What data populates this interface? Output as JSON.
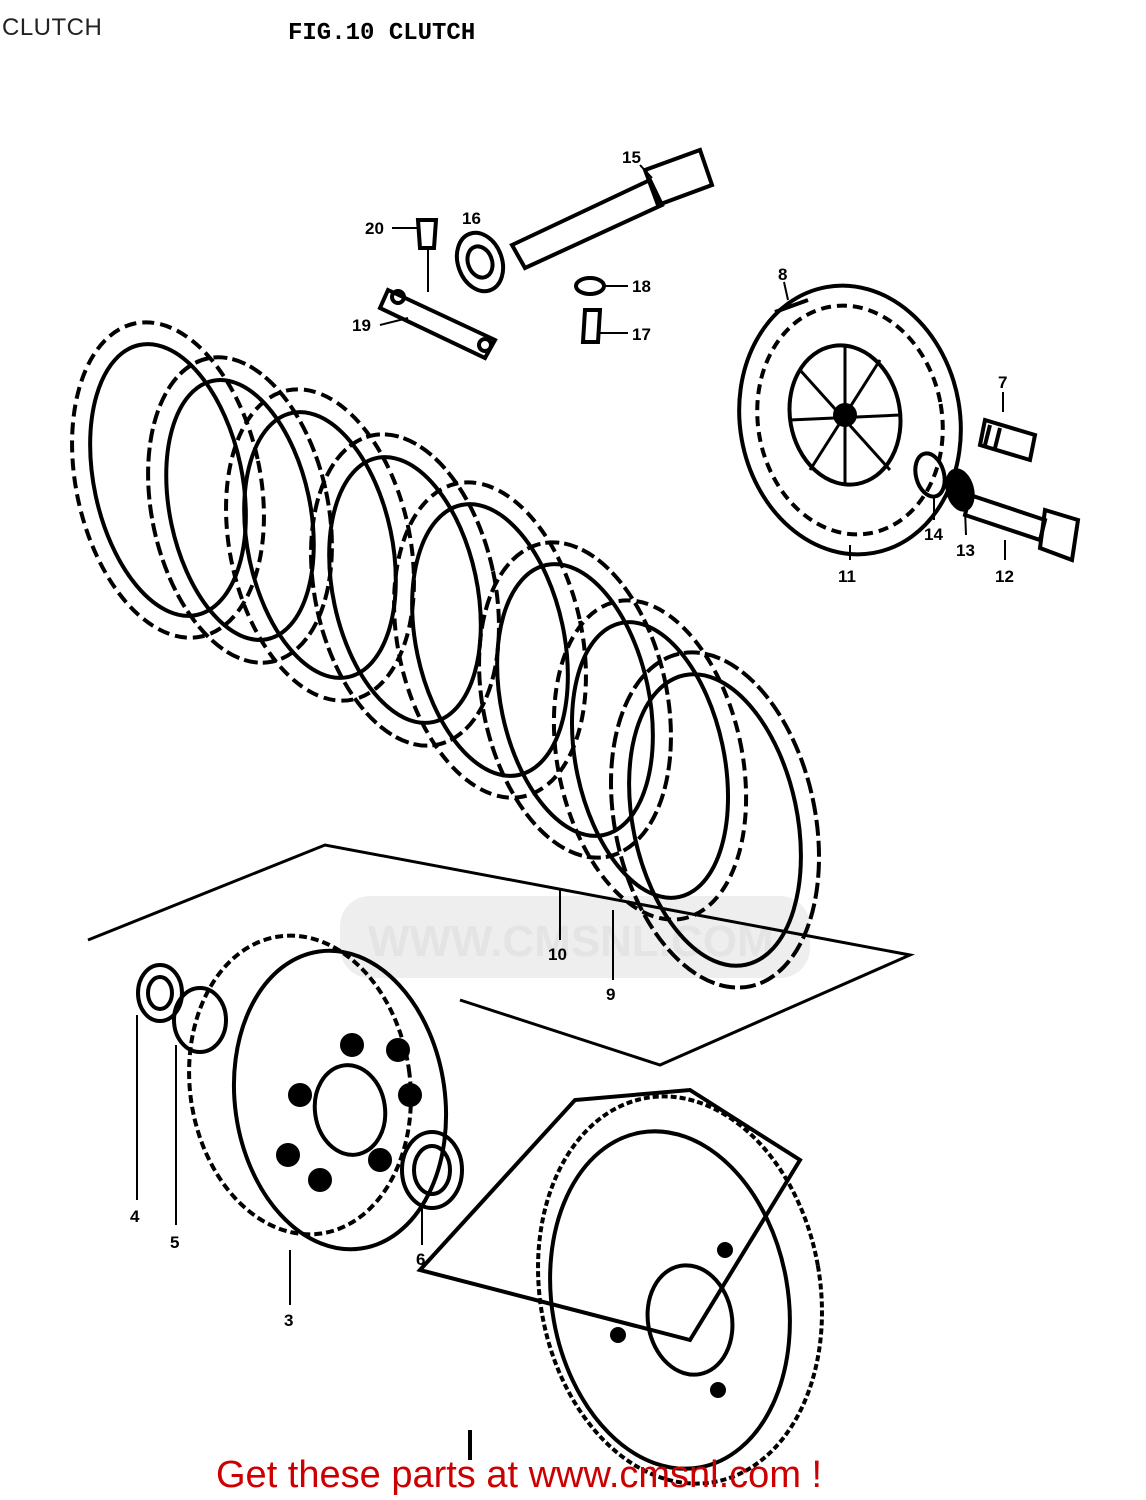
{
  "page": {
    "title": "CLUTCH",
    "figure_title": "FIG.10  CLUTCH",
    "footer_link": "Get these parts at www.cmsnl.com !",
    "watermark": "WWW.CMSNL.COM"
  },
  "colors": {
    "footer_link": "#cc0000",
    "line_art": "#000000",
    "watermark": "#e4e4e4"
  },
  "callouts": [
    "20",
    "16",
    "15",
    "18",
    "17",
    "19",
    "8",
    "7",
    "14",
    "13",
    "12",
    "11",
    "10",
    "9",
    "4",
    "5",
    "6",
    "3"
  ],
  "icons": {
    "clutch_assembly": "exploded-clutch-diagram"
  }
}
